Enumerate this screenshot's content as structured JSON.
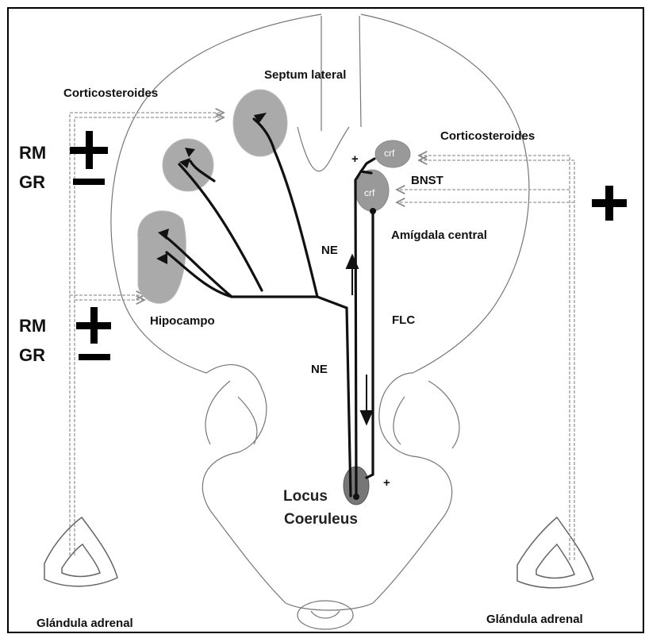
{
  "labels": {
    "septum": "Septum lateral",
    "corticosteroides_left": "Corticosteroides",
    "corticosteroides_right": "Corticosteroides",
    "bnst": "BNST",
    "amigdala": "Amígdala central",
    "ne_upper": "NE",
    "ne_lower": "NE",
    "flc": "FLC",
    "hipocampo": "Hipocampo",
    "locus_line1": "Locus",
    "locus_line2": "Coeruleus",
    "adrenal_left": "Glándula adrenal",
    "adrenal_right": "Glándula adrenal",
    "crf_top": "crf",
    "crf_bottom": "crf",
    "plus_top": "+",
    "plus_bottom": "+"
  },
  "receptors": [
    {
      "rm": "RM",
      "gr": "GR"
    },
    {
      "rm": "RM",
      "gr": "GR"
    }
  ]
}
